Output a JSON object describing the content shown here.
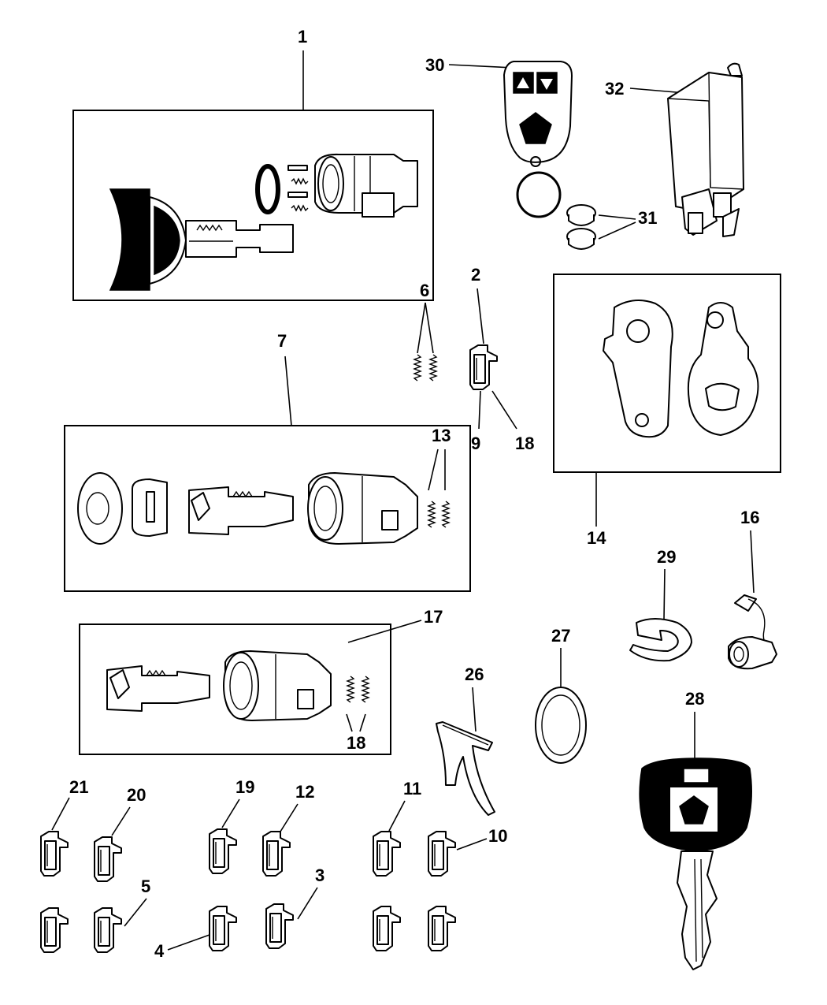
{
  "callouts": {
    "c1": "1",
    "c2": "2",
    "c3": "3",
    "c4": "4",
    "c5": "5",
    "c6": "6",
    "c7": "7",
    "c9": "9",
    "c10": "10",
    "c11": "11",
    "c12": "12",
    "c13": "13",
    "c14": "14",
    "c16": "16",
    "c17": "17",
    "c18a": "18",
    "c18b": "18",
    "c19": "19",
    "c20": "20",
    "c21": "21",
    "c26": "26",
    "c27": "27",
    "c28": "28",
    "c29": "29",
    "c30": "30",
    "c31": "31",
    "c32": "32"
  }
}
